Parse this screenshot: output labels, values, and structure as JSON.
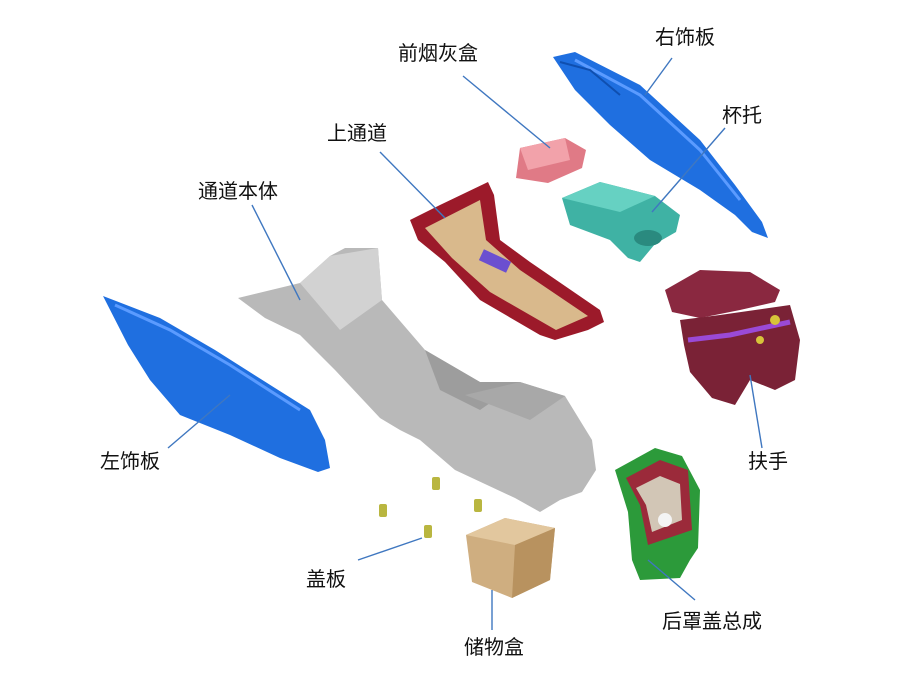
{
  "diagram": {
    "labels": {
      "front_ashtray": "前烟灰盒",
      "right_trim": "右饰板",
      "upper_channel": "上通道",
      "cup_holder": "杯托",
      "console_body": "通道本体",
      "left_trim": "左饰板",
      "armrest": "扶手",
      "cover_plate": "盖板",
      "rear_cover_assembly": "后罩盖总成",
      "storage_box": "储物盒"
    },
    "colors": {
      "trim_blue": "#1f6fe0",
      "console_grey": "#b9b9b9",
      "ashtray_pink": "#e07a86",
      "channel_red": "#9c1a2a",
      "channel_tan": "#d9b98c",
      "cup_teal": "#3fb2a4",
      "armrest_maroon": "#8a2840",
      "rear_green": "#2c9a3a",
      "storage_tan": "#cfae80",
      "clip_olive": "#b9b640",
      "leader_blue": "#3f77c0"
    }
  }
}
